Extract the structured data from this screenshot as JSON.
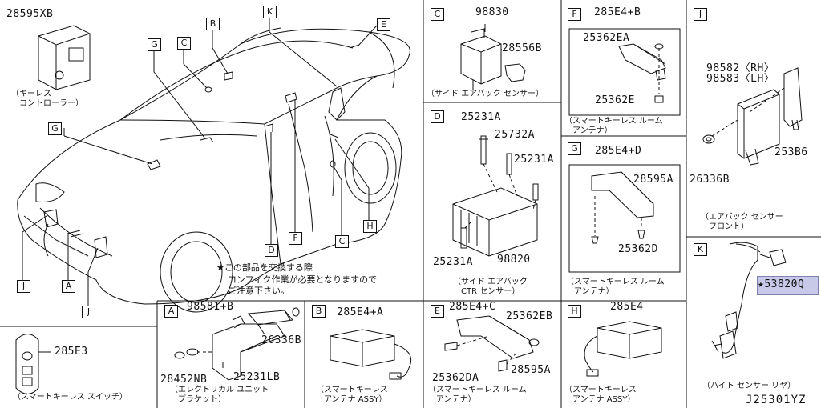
{
  "top_left": {
    "part": "28595XB",
    "caption": "（キーレス\n　コントローラー）"
  },
  "car_callouts": [
    "G",
    "C",
    "B",
    "K",
    "E",
    "G",
    "J",
    "A",
    "J",
    "D",
    "F",
    "C",
    "H"
  ],
  "note": {
    "star": "★",
    "line1": "この部品を交換する際",
    "line2": "コンフィク作業が必要となりますので",
    "line3": "ご注意下さい。"
  },
  "switch_panel": {
    "part": "285E3",
    "caption": "（スマートキーレス スイッチ）"
  },
  "panel_A": {
    "letter": "A",
    "parts": [
      "98581+B",
      "26336B",
      "28452NB",
      "25231LB"
    ],
    "caption": "（エレクトリカル ユニット\n　ブラケット）"
  },
  "panel_B": {
    "letter": "B",
    "parts": [
      "285E4+A"
    ],
    "caption": "（スマートキーレス\n　アンテナ ASSY）"
  },
  "panel_C": {
    "letter": "C",
    "parts": [
      "98830",
      "28556B"
    ],
    "caption": "（サイド エアバック センサー）"
  },
  "panel_D": {
    "letter": "D",
    "parts": [
      "25231A",
      "25732A",
      "25231A",
      "25231A",
      "98820"
    ],
    "caption": "（サイド エアバック\n　CTR センサー）"
  },
  "panel_E": {
    "letter": "E",
    "parts": [
      "285E4+C",
      "25362EB",
      "25362DA",
      "28595A"
    ],
    "caption": "（スマートキーレス ルーム\n　アンテナ）"
  },
  "panel_F": {
    "letter": "F",
    "parts": [
      "285E4+B",
      "25362EA",
      "25362E"
    ],
    "caption": "（スマートキーレス ルーム\n　アンテナ）"
  },
  "panel_G": {
    "letter": "G",
    "parts": [
      "285E4+D",
      "28595A",
      "25362D"
    ],
    "caption": "（スマートキーレス ルーム\n　アンテナ）"
  },
  "panel_H": {
    "letter": "H",
    "parts": [
      "285E4"
    ],
    "caption": "（スマートキーレス\n　アンテナ ASSY）"
  },
  "panel_J": {
    "letter": "J",
    "parts": [
      "98582〈RH〉",
      "98583〈LH〉",
      "26336B",
      "253B6"
    ],
    "caption": "（エアバック センサー\n　フロント）"
  },
  "panel_K": {
    "letter": "K",
    "parts": [
      "★53820Q"
    ],
    "caption": "（ハイト センサー リヤ）"
  },
  "diagram_ref": "J25301YZ"
}
